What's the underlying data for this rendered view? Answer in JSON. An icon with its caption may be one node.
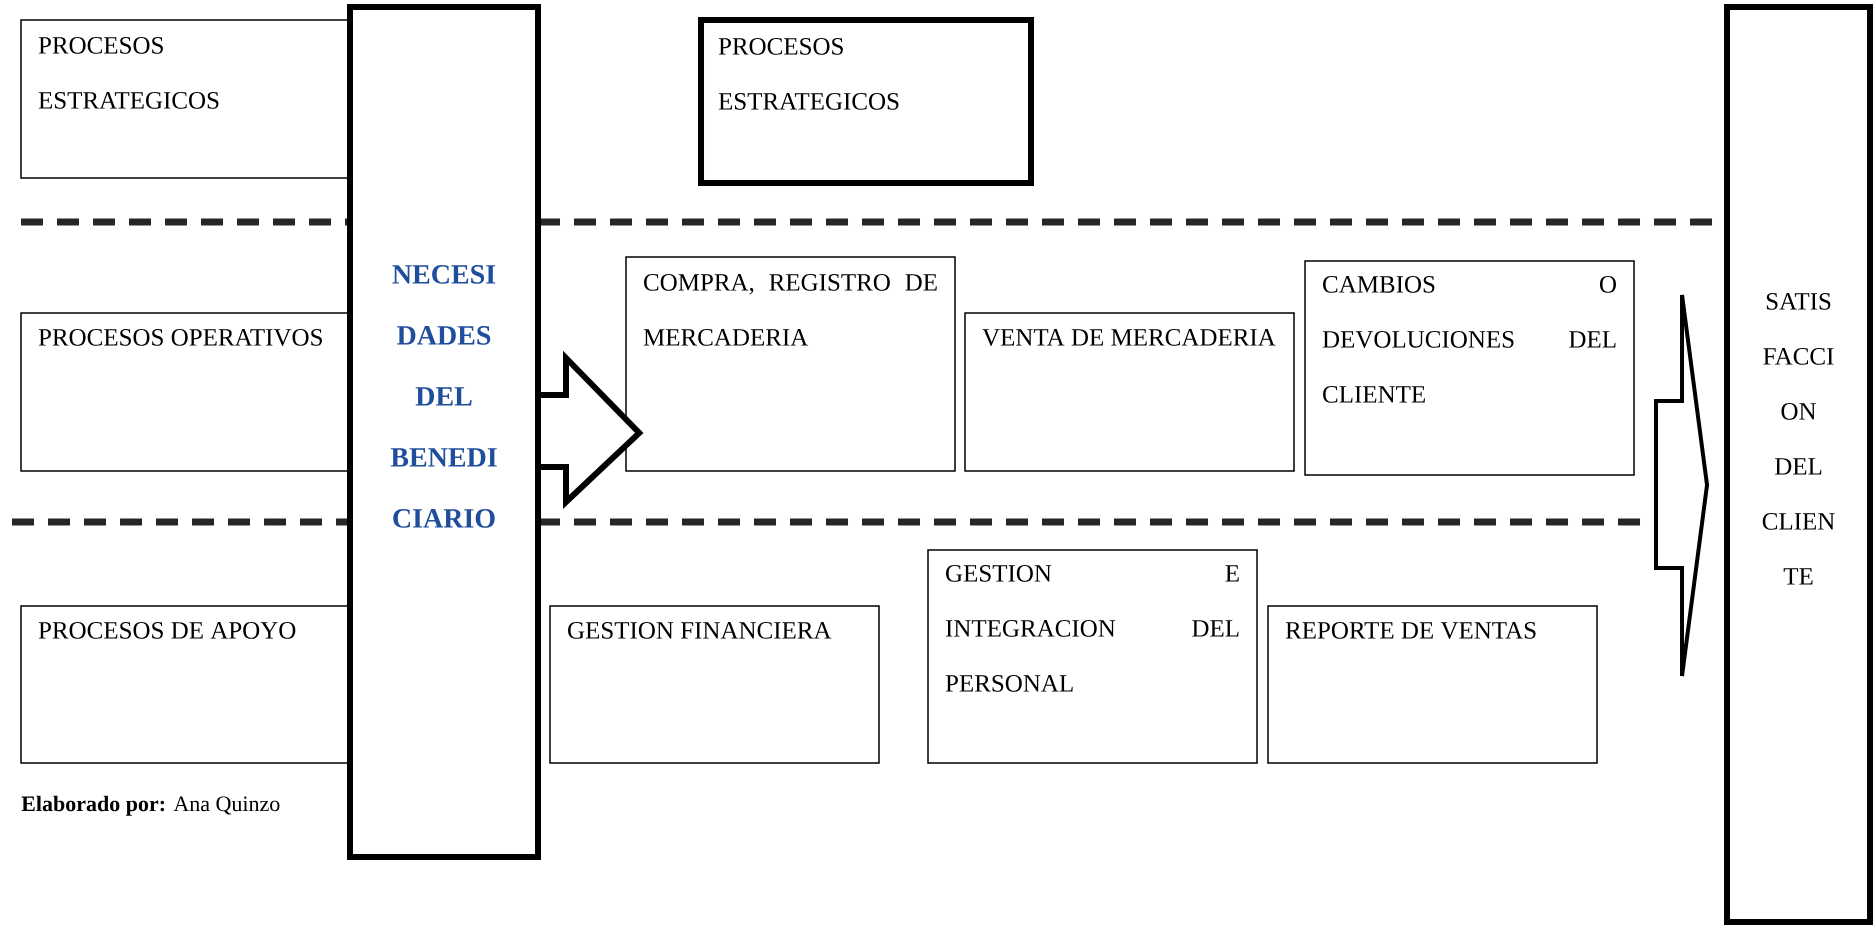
{
  "diagram": {
    "nodes": [
      {
        "text": [
          "PROCESOS ESTRATEGICOS"
        ]
      },
      {
        "text": [
          "NECESI DADES DEL BENEDI CIARIO"
        ]
      },
      {
        "text": [
          "PROCESOS ESTRATEGICOS"
        ]
      },
      {
        "text": [
          "SATIS FACCI ON DEL CLIEN TE"
        ]
      },
      {
        "text": [
          "PROCESOS OPERATIVOS"
        ]
      },
      {
        "text": [
          "COMPRA, REGISTRO DE MERCADERIA"
        ]
      },
      {
        "text": [
          "VENTA DE MERCADERIA"
        ]
      },
      {
        "text": [
          "CAMBIOS O DEVOLUCIONES DEL CLIENTE"
        ]
      },
      {
        "text": [
          "PROCESOS DE APOYO"
        ]
      },
      {
        "text": [
          "GESTION FINANCIERA"
        ]
      },
      {
        "text": [
          "GESTION E INTEGRACION DEL PERSONAL"
        ]
      },
      {
        "text": [
          "REPORTE DE VENTAS"
        ]
      }
    ],
    "edges": [
      {
        "from": 1,
        "to": 5,
        "arrow": "to",
        "style": "thick"
      },
      {
        "from": null,
        "to": 3,
        "arrow": "to"
      }
    ],
    "labels": [
      "**Elaborado por:** Ana Quinzo"
    ]
  }
}
